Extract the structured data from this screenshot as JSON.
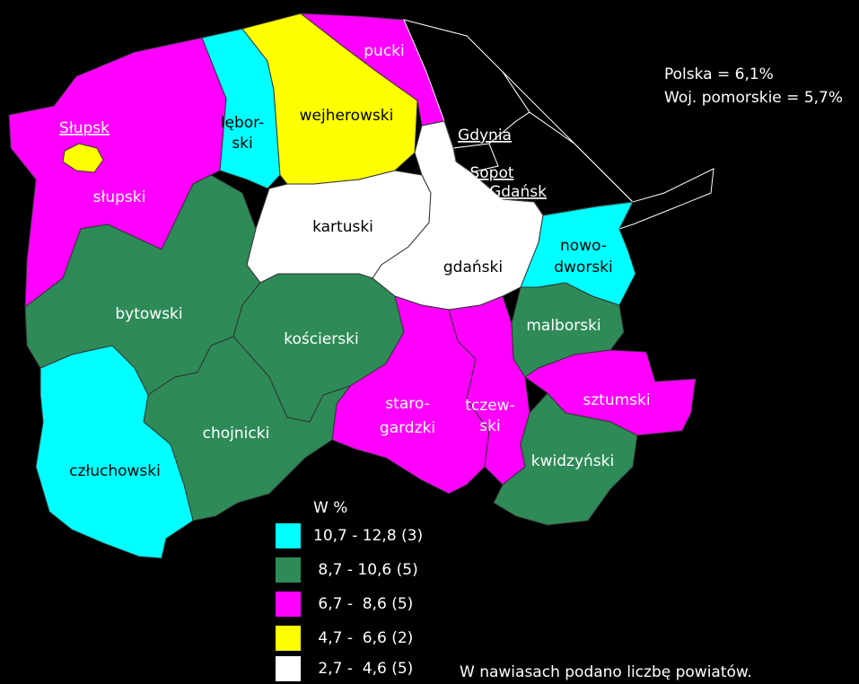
{
  "stats": {
    "line1": "Polska = 6,1%",
    "line2": "Woj. pomorskie = 5,7%"
  },
  "colors": {
    "cyan": "#00ffff",
    "green": "#2e8b57",
    "magenta": "#ff00ff",
    "yellow": "#ffff00",
    "white": "#ffffff",
    "background": "#000000"
  },
  "regions": {
    "slupski": "słupski",
    "slupsk": "Słupsk",
    "leborski_1": "lębor-",
    "leborski_2": "ski",
    "wejherowski": "wejherowski",
    "pucki": "pucki",
    "gdynia": "Gdynia",
    "sopot": "Sopot",
    "gdansk": "Gdańsk",
    "kartuski": "kartuski",
    "gdanski": "gdański",
    "nowodworski_1": "nowo-",
    "nowodworski_2": "dworski",
    "bytowski": "bytowski",
    "koscierski": "kościerski",
    "malborski": "malborski",
    "starogardzki_1": "staro-",
    "starogardzki_2": "gardzki",
    "tczewski_1": "tczew-",
    "tczewski_2": "ski",
    "sztumski": "sztumski",
    "chojnicki": "chojnicki",
    "czluchowski": "człuchowski",
    "kwidzynski": "kwidzyński"
  },
  "legend": {
    "title": "W %",
    "items": [
      {
        "label": "10,7 - 12,8 (3)",
        "color": "#00ffff"
      },
      {
        "label": " 8,7 - 10,6 (5)",
        "color": "#2e8b57"
      },
      {
        "label": " 6,7 -  8,6 (5)",
        "color": "#ff00ff"
      },
      {
        "label": " 4,7 -  6,6 (2)",
        "color": "#ffff00"
      },
      {
        "label": " 2,7 -  4,6 (5)",
        "color": "#ffffff"
      }
    ]
  },
  "footnote": "W nawiasach podano liczbę powiatów."
}
